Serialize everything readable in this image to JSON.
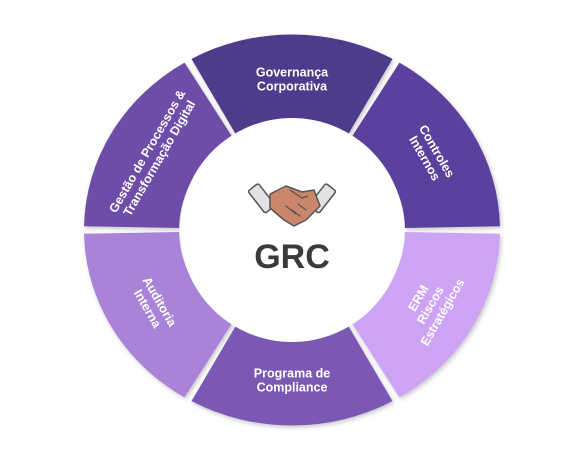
{
  "center": {
    "title": "GRC",
    "icon": "handshake-icon"
  },
  "segments": [
    {
      "id": "governanca",
      "lines": [
        "Governança",
        "Corporativa"
      ],
      "color": "#4f3a8b"
    },
    {
      "id": "controles",
      "lines": [
        "Controles",
        "Internos"
      ],
      "color": "#5c3f9e"
    },
    {
      "id": "erm",
      "lines": [
        "ERM",
        "Riscos",
        "Estratégicos"
      ],
      "color": "#cda3f4"
    },
    {
      "id": "compliance",
      "lines": [
        "Programa de",
        "Compliance"
      ],
      "color": "#7c59b5"
    },
    {
      "id": "auditoria",
      "lines": [
        "Auditoria",
        "Interna"
      ],
      "color": "#a983d8"
    },
    {
      "id": "gestao",
      "lines": [
        "Gestão de Processos &",
        "Transformação Digital"
      ],
      "color": "#6d4ea8"
    }
  ],
  "colors": {
    "icon_skin": "#c9866b",
    "icon_sleeve": "#e2e2e2",
    "icon_outline": "#555555",
    "text_dark": "#3a3a3a"
  }
}
